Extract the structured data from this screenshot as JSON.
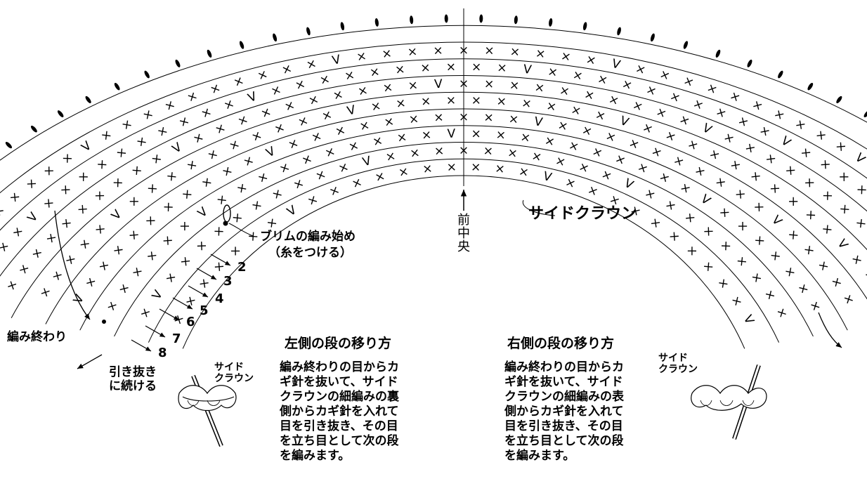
{
  "labels": {
    "side_crown_main": "サイドクラウン",
    "brim_start_line1": "ブリムの編み始め",
    "brim_start_line2": "（糸をつける）",
    "edit_end": "編み終わり",
    "pull_through": "引き抜き\nに続ける",
    "front_center": "前\n中\n央",
    "left_title": "左側の段の移り方",
    "left_text": "編み終わりの目からカ\nギ針を抜いて、サイド\nクラウンの細編みの裏\n側からカギ針を入れて\n目を引き抜き、その目\nを立ち目として次の段\nを編みます。",
    "right_title": "右側の段の移り方",
    "right_text": "編み終わりの目からカ\nギ針を抜いて、サイド\nクラウンの細編みの表\n側からカギ針を入れて\n目を引き抜き、その目\nを立ち目として次の段\nを編みます。",
    "inset_left": "サイド\nクラウン",
    "inset_right": "サイド\nクラウン"
  },
  "row_numbers": [
    "2",
    "3",
    "4",
    "5",
    "6",
    "7",
    "8"
  ],
  "symbols": {
    "single_crochet": "×",
    "increase": "V"
  }
}
